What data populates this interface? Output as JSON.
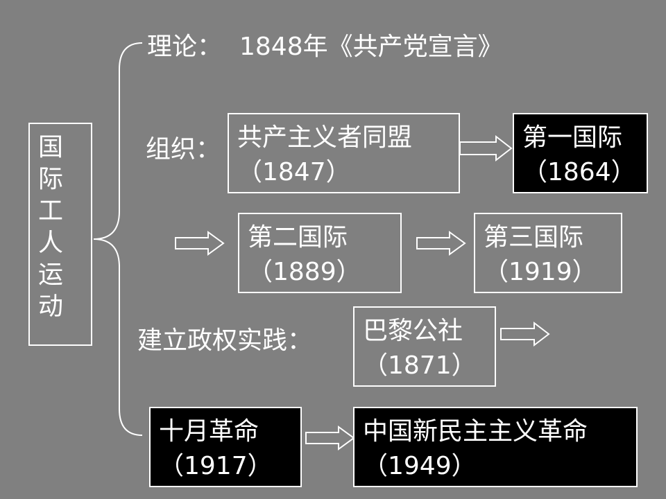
{
  "root": {
    "label": "国际工人运动"
  },
  "theory": {
    "label": "理论：",
    "value": "1848年《共产党宣言》"
  },
  "organization": {
    "label": "组织："
  },
  "practice": {
    "label": "建立政权实践："
  },
  "nodes": {
    "communist_league": {
      "name": "共产主义者同盟",
      "year": "（1847）"
    },
    "first_international": {
      "name": "第一国际",
      "year": "（1864）"
    },
    "second_international": {
      "name": "第二国际",
      "year": "（1889）"
    },
    "third_international": {
      "name": "第三国际",
      "year": "（1919）"
    },
    "paris_commune": {
      "name": "巴黎公社",
      "year": "（1871）"
    },
    "october_revolution": {
      "name": "十月革命",
      "year": "（1917）"
    },
    "china_new_democratic": {
      "name": "中国新民主主义革命",
      "year": "（1949）"
    }
  },
  "colors": {
    "background": "#808080",
    "line": "#ffffff",
    "dark_box": "#000000"
  }
}
